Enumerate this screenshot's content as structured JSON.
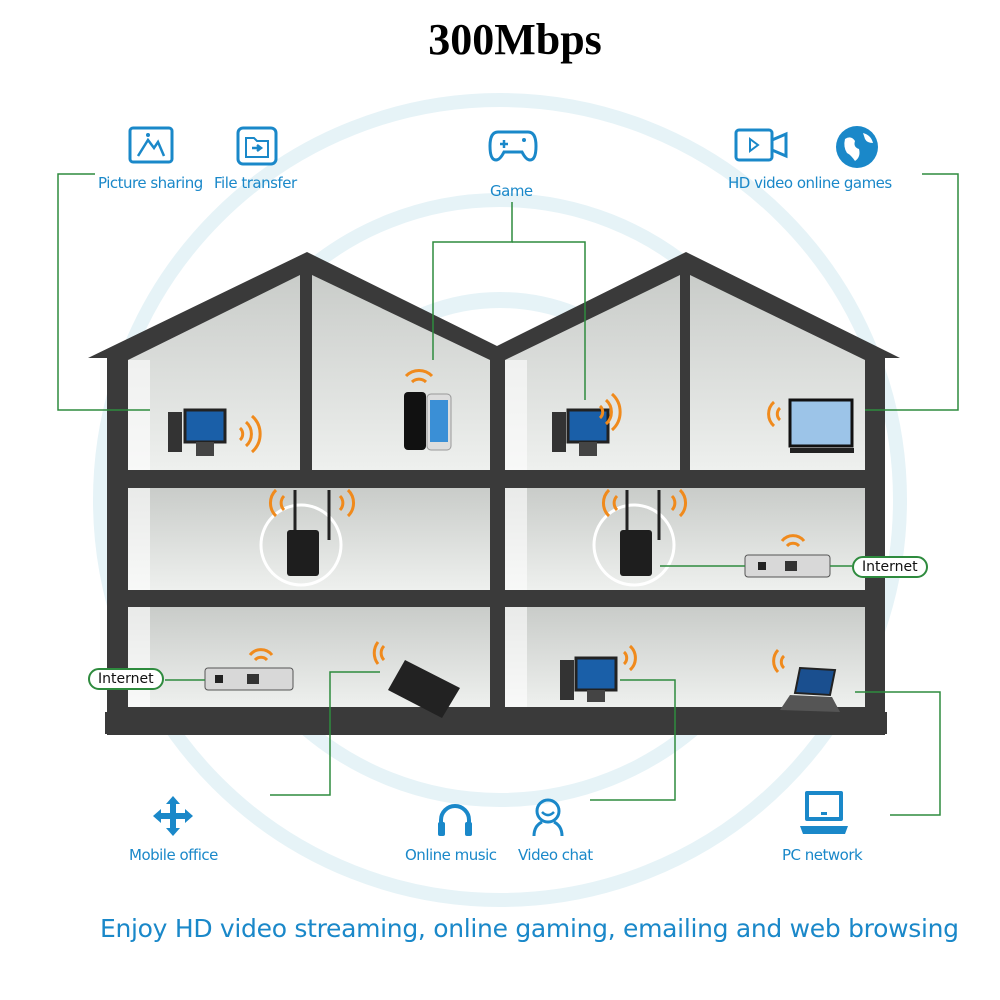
{
  "title": "300Mbps",
  "features_top": {
    "picture_sharing": "Picture sharing",
    "file_transfer": "File transfer",
    "game": "Game",
    "hd_video": "HD video online games"
  },
  "features_bottom": {
    "mobile_office": "Mobile office",
    "online_music": "Online music",
    "video_chat": "Video chat",
    "pc_network": "PC network"
  },
  "internet_left": "Internet",
  "internet_right": "Internet",
  "tagline": "Enjoy HD video streaming, online gaming, emailing and web browsing",
  "colors": {
    "accent": "#1a88c9",
    "line": "#2e8b3e",
    "wifi": "#f08a1c",
    "frame": "#3a3a3a"
  }
}
